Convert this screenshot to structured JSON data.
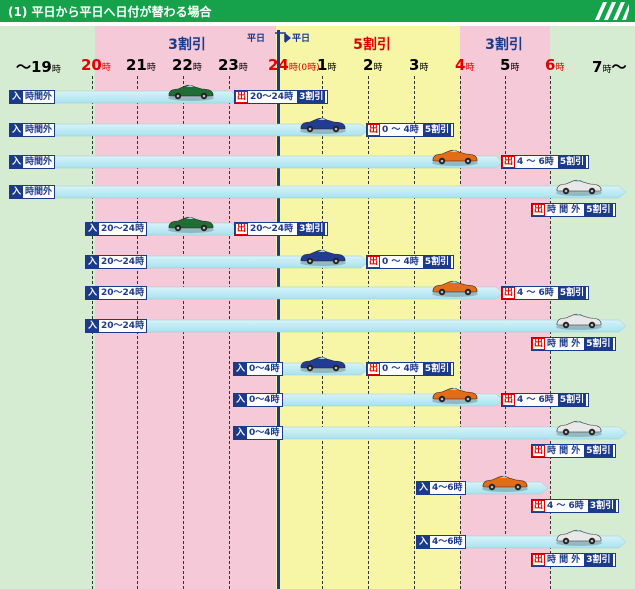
{
  "header": {
    "title": "(1) 平日から平日へ日付が替わる場合"
  },
  "zones": {
    "late_night_a": "3割引",
    "midnight": "5割引",
    "late_night_b": "3割引",
    "weekday_left": "平日",
    "weekday_right": "平日"
  },
  "hours": [
    {
      "num": "〜19",
      "unit": "時",
      "tail": "",
      "red": false
    },
    {
      "num": "20",
      "unit": "時",
      "tail": "",
      "red": true
    },
    {
      "num": "21",
      "unit": "時",
      "tail": "",
      "red": false
    },
    {
      "num": "22",
      "unit": "時",
      "tail": "",
      "red": false
    },
    {
      "num": "23",
      "unit": "時",
      "tail": "",
      "red": false
    },
    {
      "num": "24",
      "unit": "時(0時)",
      "tail": "",
      "red": true
    },
    {
      "num": "1",
      "unit": "時",
      "tail": "",
      "red": false
    },
    {
      "num": "2",
      "unit": "時",
      "tail": "",
      "red": false
    },
    {
      "num": "3",
      "unit": "時",
      "tail": "",
      "red": false
    },
    {
      "num": "4",
      "unit": "時",
      "tail": "",
      "red": true
    },
    {
      "num": "5",
      "unit": "時",
      "tail": "",
      "red": false
    },
    {
      "num": "6",
      "unit": "時",
      "tail": "",
      "red": true
    },
    {
      "num": "7",
      "unit": "時",
      "tail": "〜",
      "red": false
    }
  ],
  "labels": {
    "entry_mark": "入",
    "exit_mark": "出"
  },
  "rows": [
    {
      "entry": "時間外",
      "exit": "20〜24時",
      "discount": "3割引",
      "car": "green"
    },
    {
      "entry": "時間外",
      "exit": "0 〜 4時",
      "discount": "5割引",
      "car": "blue"
    },
    {
      "entry": "時間外",
      "exit": "4 〜 6時",
      "discount": "5割引",
      "car": "orange"
    },
    {
      "entry": "時間外",
      "exit": "時 間 外",
      "discount": "5割引",
      "car": "white"
    },
    {
      "entry": "20〜24時",
      "exit": "20〜24時",
      "discount": "3割引",
      "car": "green"
    },
    {
      "entry": "20〜24時",
      "exit": "0 〜 4時",
      "discount": "5割引",
      "car": "blue"
    },
    {
      "entry": "20〜24時",
      "exit": "4 〜 6時",
      "discount": "5割引",
      "car": "orange"
    },
    {
      "entry": "20〜24時",
      "exit": "時 間 外",
      "discount": "5割引",
      "car": "white"
    },
    {
      "entry": "0〜4時",
      "exit": "0 〜 4時",
      "discount": "5割引",
      "car": "blue"
    },
    {
      "entry": "0〜4時",
      "exit": "4 〜 6時",
      "discount": "5割引",
      "car": "orange"
    },
    {
      "entry": "0〜4時",
      "exit": "時 間 外",
      "discount": "5割引",
      "car": "white"
    },
    {
      "entry": "4〜6時",
      "exit": "4 〜 6時",
      "discount": "3割引",
      "car": "orange"
    },
    {
      "entry": "4〜6時",
      "exit": "時 間 外",
      "discount": "3割引",
      "car": "white"
    }
  ],
  "colors": {
    "header": "#16a24a",
    "zone_green": "#d6ecd2",
    "zone_pink": "#f5c9d7",
    "zone_yellow": "#f6f6a6",
    "navy": "#1c3a8a",
    "red": "#e20000",
    "arrow": "#a8e2ef"
  }
}
